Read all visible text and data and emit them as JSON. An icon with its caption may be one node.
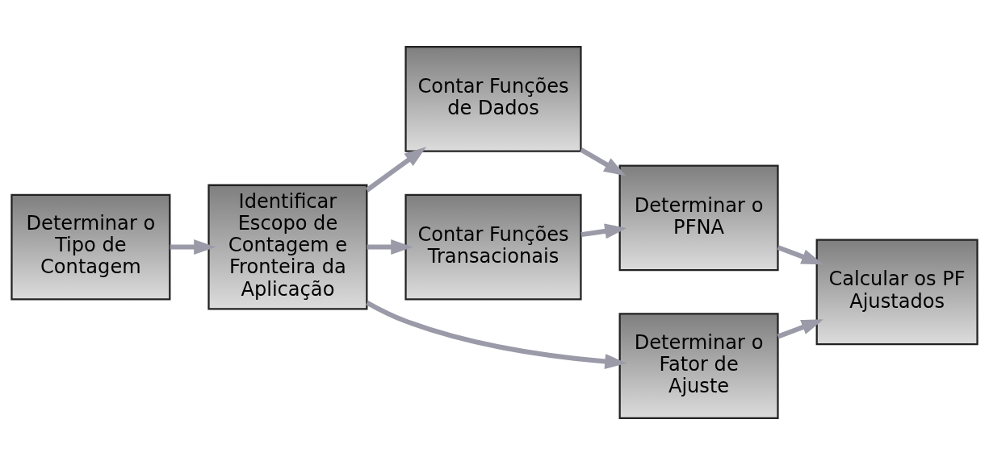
{
  "diagram": {
    "nodes": [
      {
        "text": [
          "Determinar o Tipo de Contagem"
        ]
      },
      {
        "text": [
          "Identificar Escopo de Contagem e Fronteira da Aplicação"
        ]
      },
      {
        "text": [
          "Contar Funções de Dados"
        ]
      },
      {
        "text": [
          "Contar Funções Transacionais"
        ]
      },
      {
        "text": [
          "Determinar o PFNA"
        ]
      },
      {
        "text": [
          "Determinar o Fator de Ajuste"
        ]
      },
      {
        "text": [
          "Calcular os PF Ajustados"
        ]
      }
    ],
    "edges": [
      {
        "from": 0,
        "to": 1,
        "arrow": "to"
      },
      {
        "from": 1,
        "to": 2,
        "arrow": "to"
      },
      {
        "from": 1,
        "to": 3,
        "arrow": "to"
      },
      {
        "from": 1,
        "to": 5,
        "arrow": "to"
      },
      {
        "from": 2,
        "to": 4,
        "arrow": "to"
      },
      {
        "from": 3,
        "to": 4,
        "arrow": "to"
      },
      {
        "from": 4,
        "to": 6,
        "arrow": "to"
      },
      {
        "from": 5,
        "to": 6,
        "arrow": "to"
      }
    ]
  }
}
